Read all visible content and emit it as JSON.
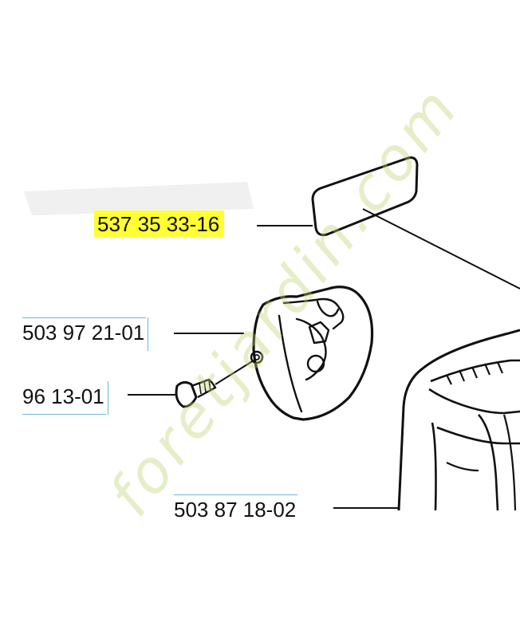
{
  "parts": {
    "gasket": "537 35 33-16",
    "cover": "503 97 21-01",
    "screw": "96 13-01",
    "housing": "503 87 18-02"
  },
  "watermark": "foretjardin.com",
  "colors": {
    "highlight": "#ffff33",
    "label_box": "#6fb8d6",
    "watermark": "#c8d88a"
  }
}
